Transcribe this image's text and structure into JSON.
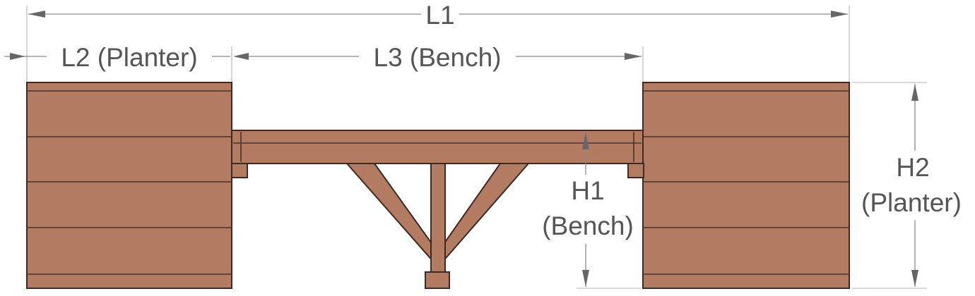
{
  "labels": {
    "l1": "L1",
    "l2": "L2 (Planter)",
    "l3": "L3 (Bench)",
    "h1_line1": "H1",
    "h1_line2": "(Bench)",
    "h2_line1": "H2",
    "h2_line2": "(Planter)"
  },
  "colors": {
    "wood": "#b27b62",
    "wood_outline": "#3d2a22",
    "dimension_line": "#8a8a8a",
    "label_text": "#555555"
  }
}
